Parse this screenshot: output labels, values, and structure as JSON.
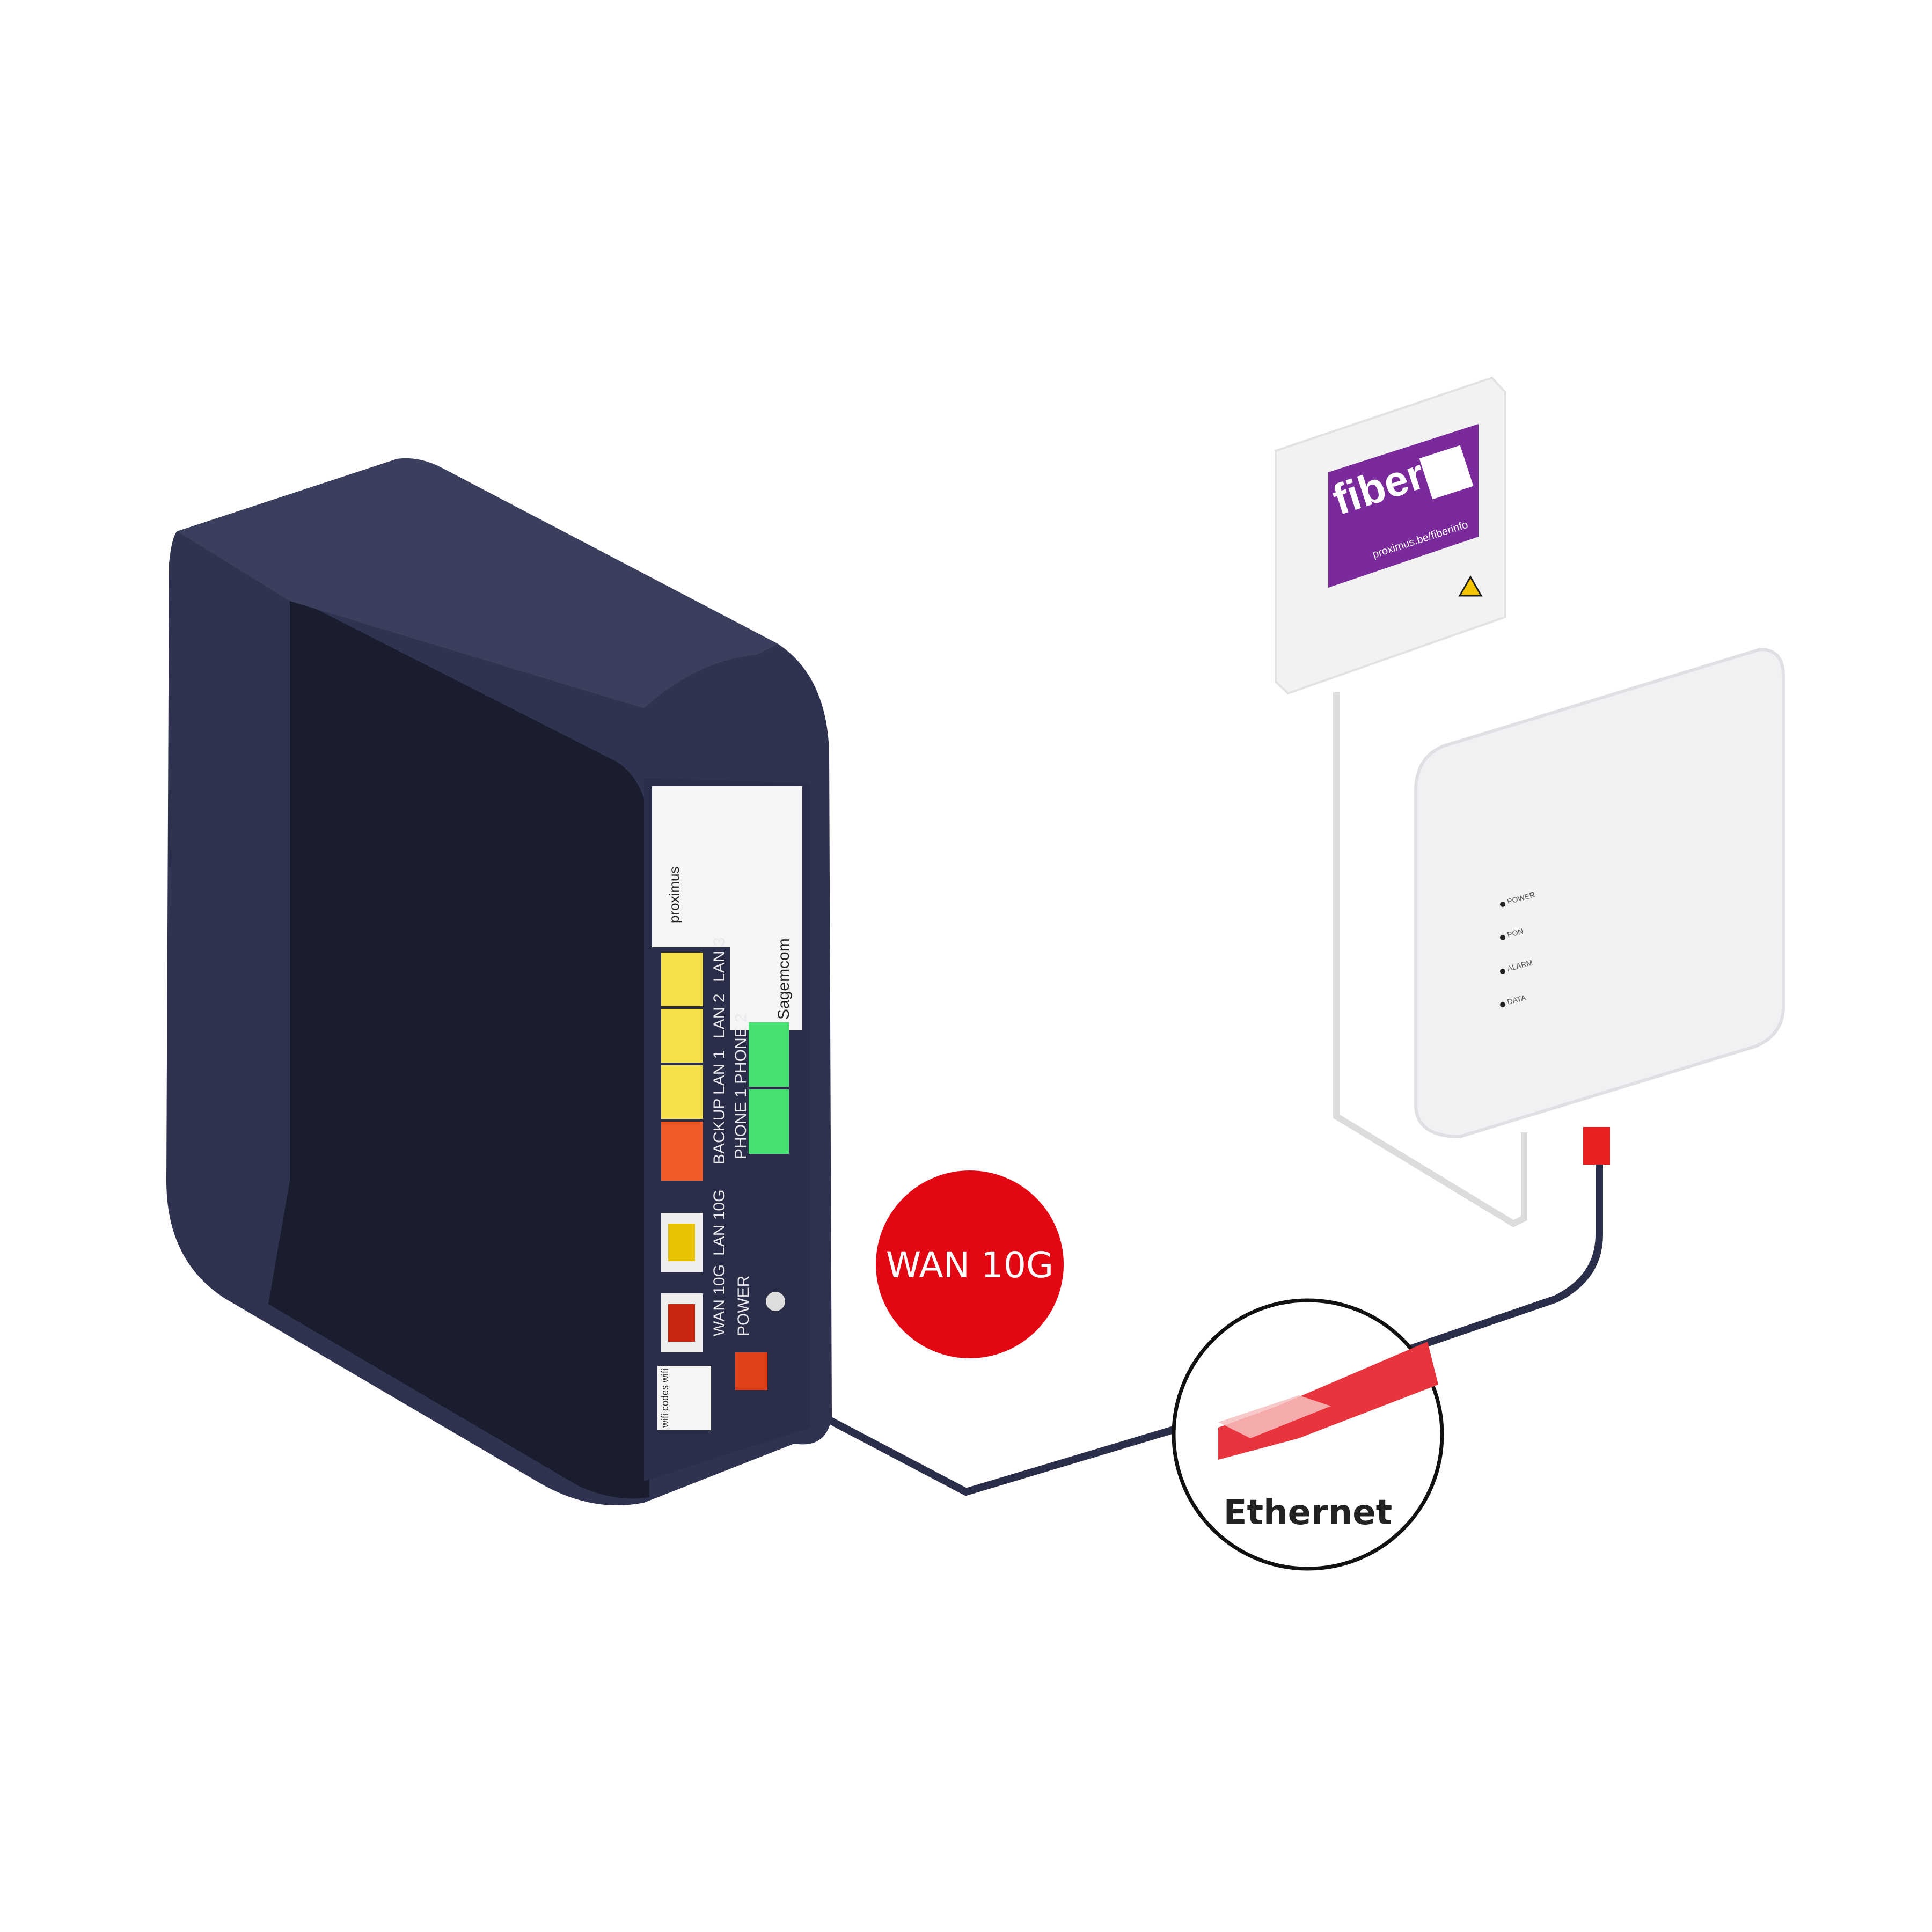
{
  "badge": {
    "label": "WAN 10G",
    "color": "#e30613"
  },
  "callout": {
    "label": "Ethernet"
  },
  "router": {
    "brand": "proximus",
    "manufacturer": "Sagemcom",
    "wifi_label": "wifi codes wifi",
    "ports": [
      {
        "label": "LAN 3",
        "color": "#f5e04a"
      },
      {
        "label": "LAN 2",
        "color": "#f5e04a"
      },
      {
        "label": "LAN 1",
        "color": "#f5e04a"
      },
      {
        "label": "BACKUP",
        "color": "#f05a28"
      },
      {
        "label": "LAN 10G",
        "color": "#e6c200"
      },
      {
        "label": "WAN 10G",
        "color": "#c8260f"
      }
    ],
    "phone_ports": [
      {
        "label": "PHONE 2"
      },
      {
        "label": "PHONE 1"
      }
    ],
    "power_label": "POWER"
  },
  "fiber_box": {
    "title": "fiber",
    "url": "proximus.be/fiberinfo"
  },
  "ont": {
    "leds": [
      "POWER",
      "PON",
      "ALARM",
      "DATA"
    ]
  }
}
